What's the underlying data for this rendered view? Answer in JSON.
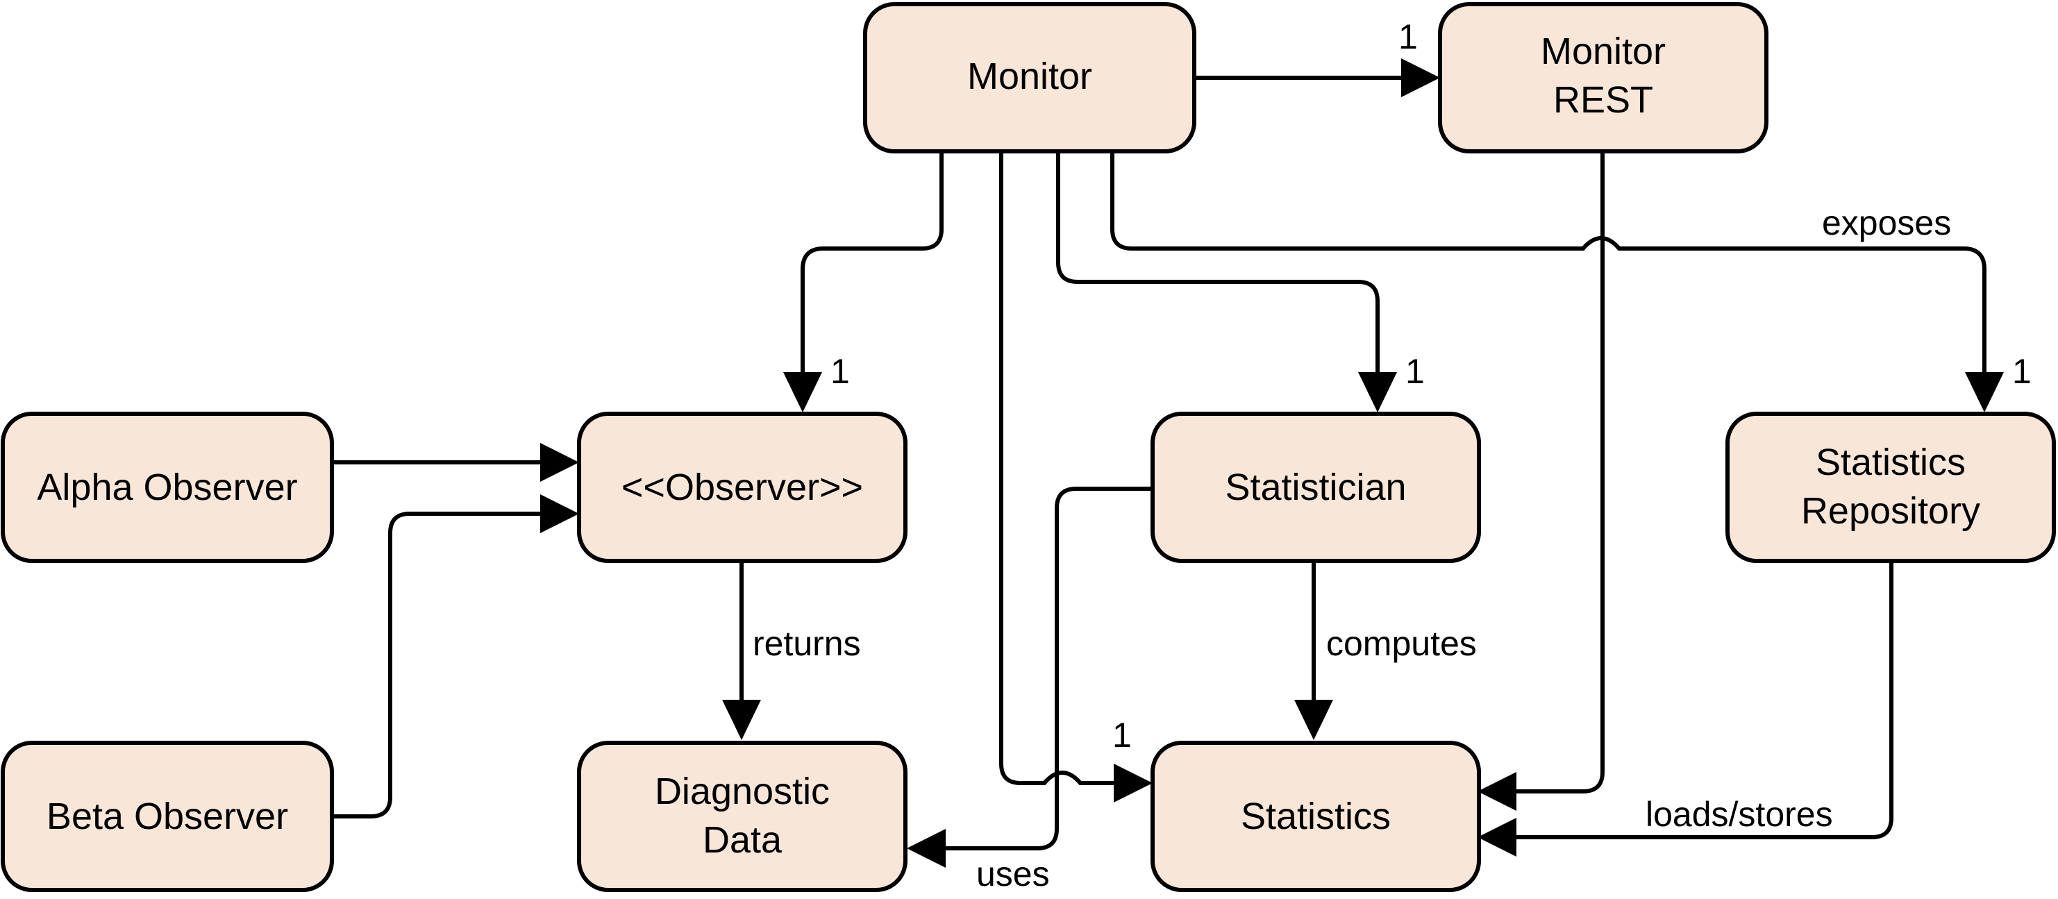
{
  "colors": {
    "box_fill": "#f8e6d8",
    "stroke": "#000000",
    "background": "#ffffff"
  },
  "boxes": {
    "monitor": {
      "lines": [
        "Monitor"
      ]
    },
    "monitor_rest": {
      "lines": [
        "Monitor",
        "REST"
      ]
    },
    "alpha_observer": {
      "lines": [
        "Alpha Observer"
      ]
    },
    "observer_interface": {
      "lines": [
        "<<Observer>>"
      ]
    },
    "statistician": {
      "lines": [
        "Statistician"
      ]
    },
    "statistics_repository": {
      "lines": [
        "Statistics",
        "Repository"
      ]
    },
    "beta_observer": {
      "lines": [
        "Beta Observer"
      ]
    },
    "diagnostic_data": {
      "lines": [
        "Diagnostic",
        "Data"
      ]
    },
    "statistics": {
      "lines": [
        "Statistics"
      ]
    }
  },
  "edge_labels": {
    "monitor_rest_multiplicity": "1",
    "observer_multiplicity": "1",
    "statistician_multiplicity": "1",
    "repository_multiplicity": "1",
    "statistics_multiplicity": "1",
    "exposes": "exposes",
    "returns": "returns",
    "computes": "computes",
    "uses": "uses",
    "loads_stores": "loads/stores"
  }
}
